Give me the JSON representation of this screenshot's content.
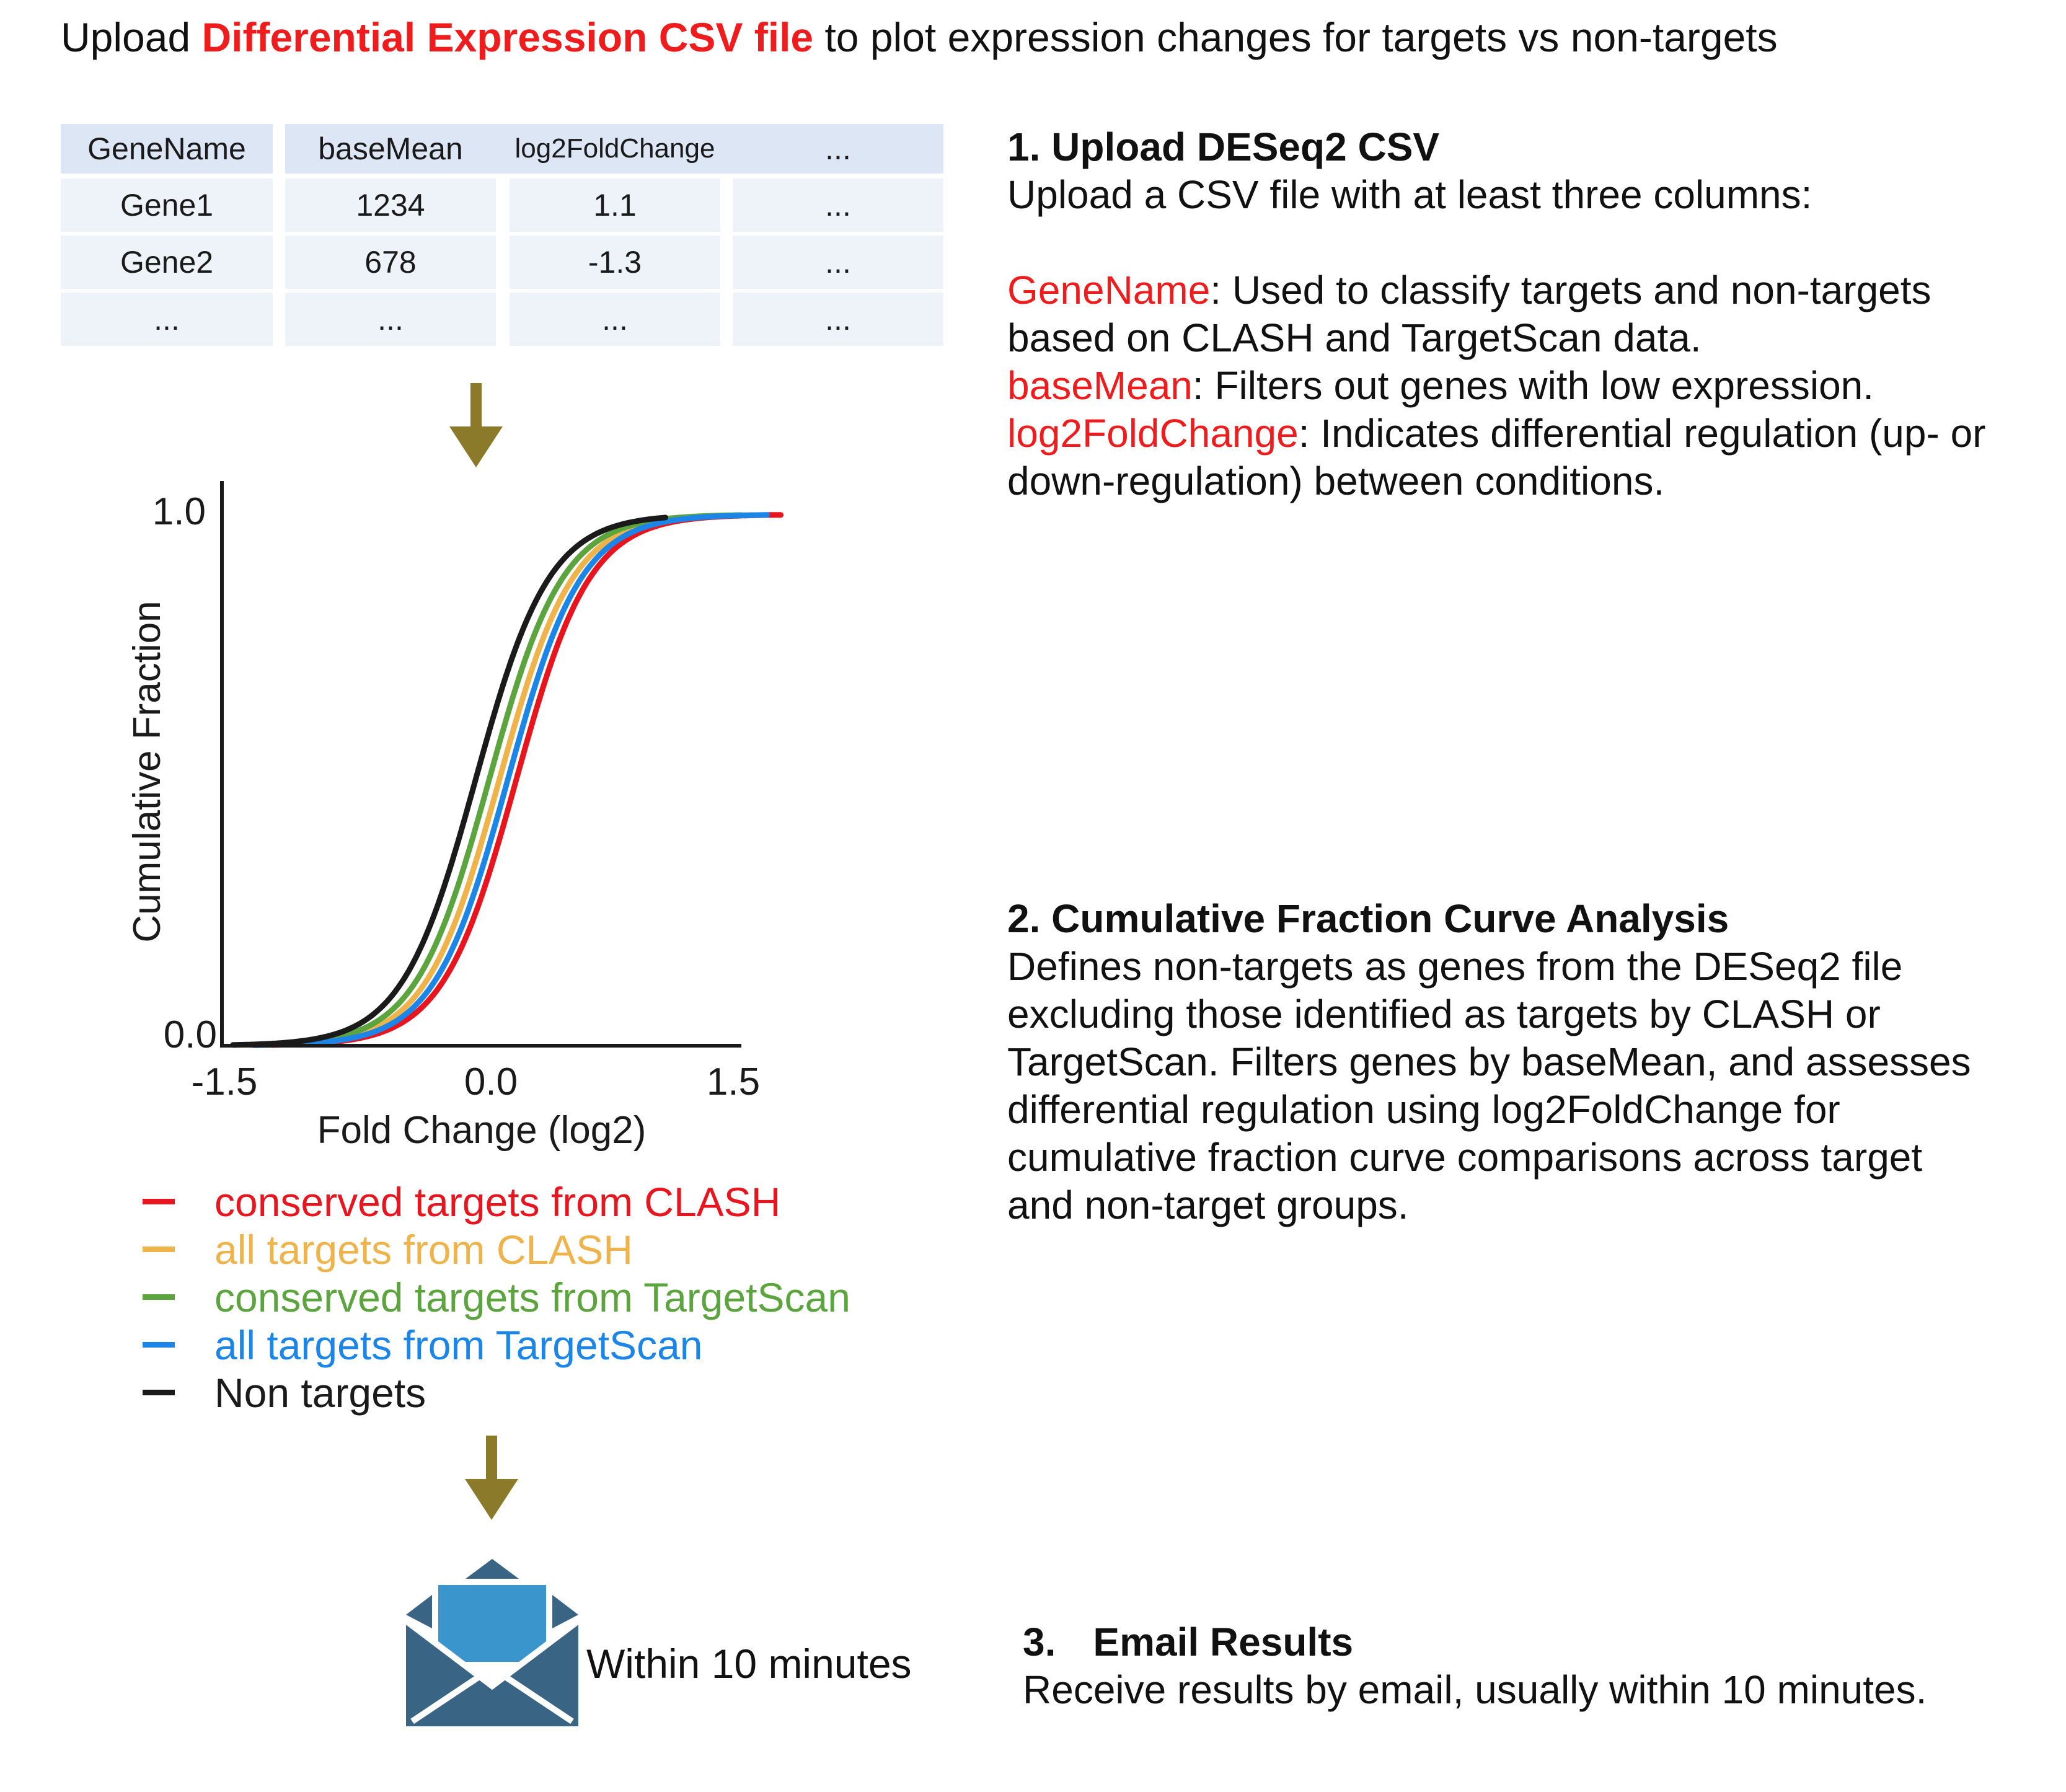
{
  "header": {
    "prefix": "Upload ",
    "highlight": "Differential Expression CSV file",
    "suffix": " to plot expression changes for targets vs non-targets"
  },
  "table": {
    "headers": [
      "GeneName",
      "baseMean",
      "log2FoldChange",
      "..."
    ],
    "rows": [
      [
        "Gene1",
        "1234",
        "1.1",
        "..."
      ],
      [
        "Gene2",
        "678",
        "-1.3",
        "..."
      ],
      [
        "...",
        "...",
        "...",
        "..."
      ]
    ]
  },
  "colors": {
    "arrow": "#8c7a2b",
    "highlight": "#ee1c1c",
    "table_header": "#dde6f5",
    "table_body": "#eef3fa",
    "envelope_dark": "#3a6484",
    "envelope_light": "#3995cc"
  },
  "chart_data": {
    "type": "line",
    "title": "",
    "xlabel": "Fold Change (log2)",
    "ylabel": "Cumulative Fraction",
    "xlim": [
      -1.5,
      1.5
    ],
    "ylim": [
      0.0,
      1.0
    ],
    "x_ticks": [
      "-1.5",
      "0.0",
      "1.5"
    ],
    "y_ticks": [
      "0.0",
      "1.0"
    ],
    "grid": false,
    "legend_position": "below",
    "series": [
      {
        "name": "conserved targets from CLASH",
        "color": "#e8141e",
        "median": 0.22,
        "x_start": -1.22,
        "x_end": 1.78
      },
      {
        "name": "all targets from CLASH",
        "color": "#efb34b",
        "median": 0.12,
        "x_start": -1.3,
        "x_end": 1.62
      },
      {
        "name": "conserved targets from TargetScan",
        "color": "#5ba43e",
        "median": 0.06,
        "x_start": -1.33,
        "x_end": 1.55
      },
      {
        "name": "all targets from TargetScan",
        "color": "#1b86e8",
        "median": 0.17,
        "x_start": -1.33,
        "x_end": 1.7
      },
      {
        "name": "Non targets",
        "color": "#1a1a1a",
        "median": -0.02,
        "x_start": -1.45,
        "x_end": 1.1
      }
    ]
  },
  "steps": {
    "step1": {
      "title": "1. Upload DESeq2 CSV",
      "intro": "Upload a CSV file with at least three columns:",
      "gene_name_label": "GeneName",
      "gene_name_desc_1": ": Used to classify targets and non-targets",
      "gene_name_desc_2": "based on CLASH and TargetScan data.",
      "base_mean_label": "baseMean",
      "base_mean_desc": ": Filters out genes with low expression.",
      "log2fc_label": "log2FoldChange",
      "log2fc_desc_1": ": Indicates differential regulation (up- or",
      "log2fc_desc_2": "down-regulation) between conditions."
    },
    "step2": {
      "title": "2. Cumulative Fraction Curve Analysis",
      "lines": [
        "Defines non-targets as genes from the DESeq2 file",
        "excluding those identified as targets by CLASH or",
        "TargetScan. Filters genes by baseMean, and assesses",
        "differential regulation using log2FoldChange for",
        "cumulative fraction curve comparisons across target",
        "and non-target groups."
      ]
    },
    "step3": {
      "number": "3.",
      "title": "Email Results",
      "body": "Receive results by email, usually within 10 minutes."
    }
  },
  "email": {
    "icon": "envelope-icon",
    "caption": "Within 10 minutes"
  }
}
